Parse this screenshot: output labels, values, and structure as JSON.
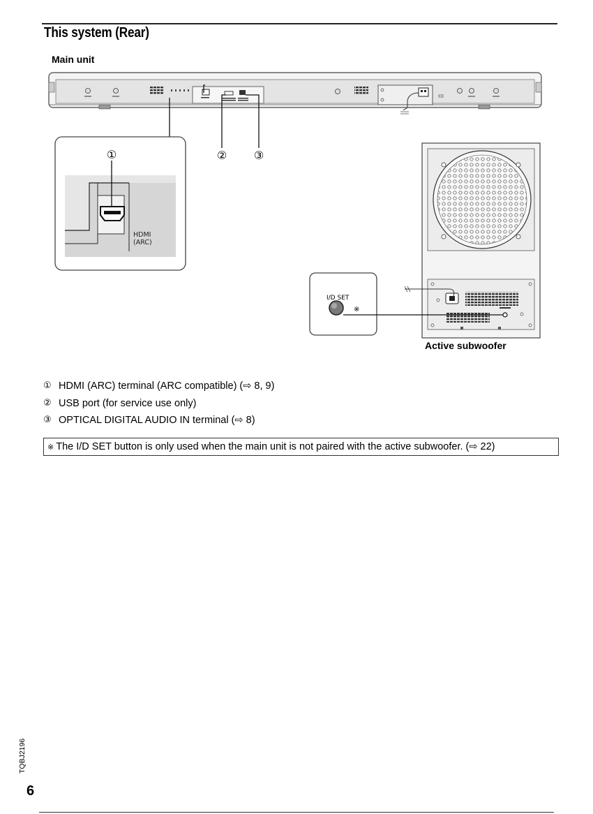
{
  "page": {
    "title": "This system (Rear)",
    "model_code": "TQBJ2196",
    "page_number": "6"
  },
  "figure": {
    "main_unit_label": "Main unit",
    "subwoofer_label": "Active subwoofer",
    "callouts": [
      "①",
      "②",
      "③"
    ],
    "hdmi_label_line1": "HDMI",
    "hdmi_label_line2": "(ARC)",
    "id_set_label": "I/D SET",
    "id_set_mark": "※"
  },
  "legend": [
    {
      "num": "①",
      "text": "HDMI (ARC) terminal (ARC compatible) (⇨ 8, 9)"
    },
    {
      "num": "②",
      "text": "USB port (for service use only)"
    },
    {
      "num": "③",
      "text": "OPTICAL DIGITAL AUDIO IN terminal (⇨ 8)"
    }
  ],
  "note": {
    "mark": "※",
    "text": "The I/D SET button is only used when the main unit is not paired with the active subwoofer. (⇨ 22)"
  }
}
